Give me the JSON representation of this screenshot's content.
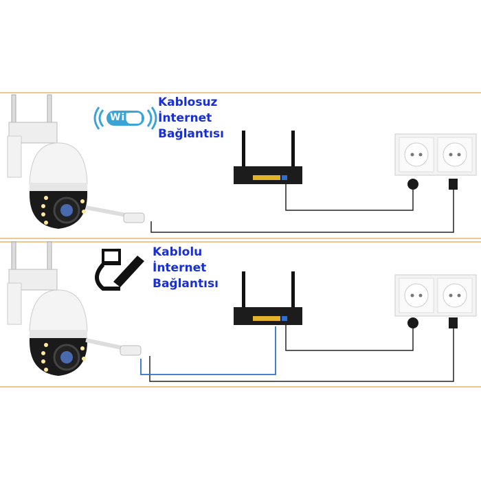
{
  "wireless": {
    "title_line1": "Kablosuz",
    "title_line2": "İnternet",
    "title_line3": "Bağlantısı",
    "wifi_logo_text": "WiFi"
  },
  "wired": {
    "title_line1": "Kablolu",
    "title_line2": "İnternet",
    "title_line3": "Bağlantısı"
  },
  "colors": {
    "label": "#1a2fd0",
    "band": "#f1c58e",
    "wifi": "#3aa3d8",
    "ethernet_cable": "#2e6fd0",
    "power_cable": "#222222"
  }
}
